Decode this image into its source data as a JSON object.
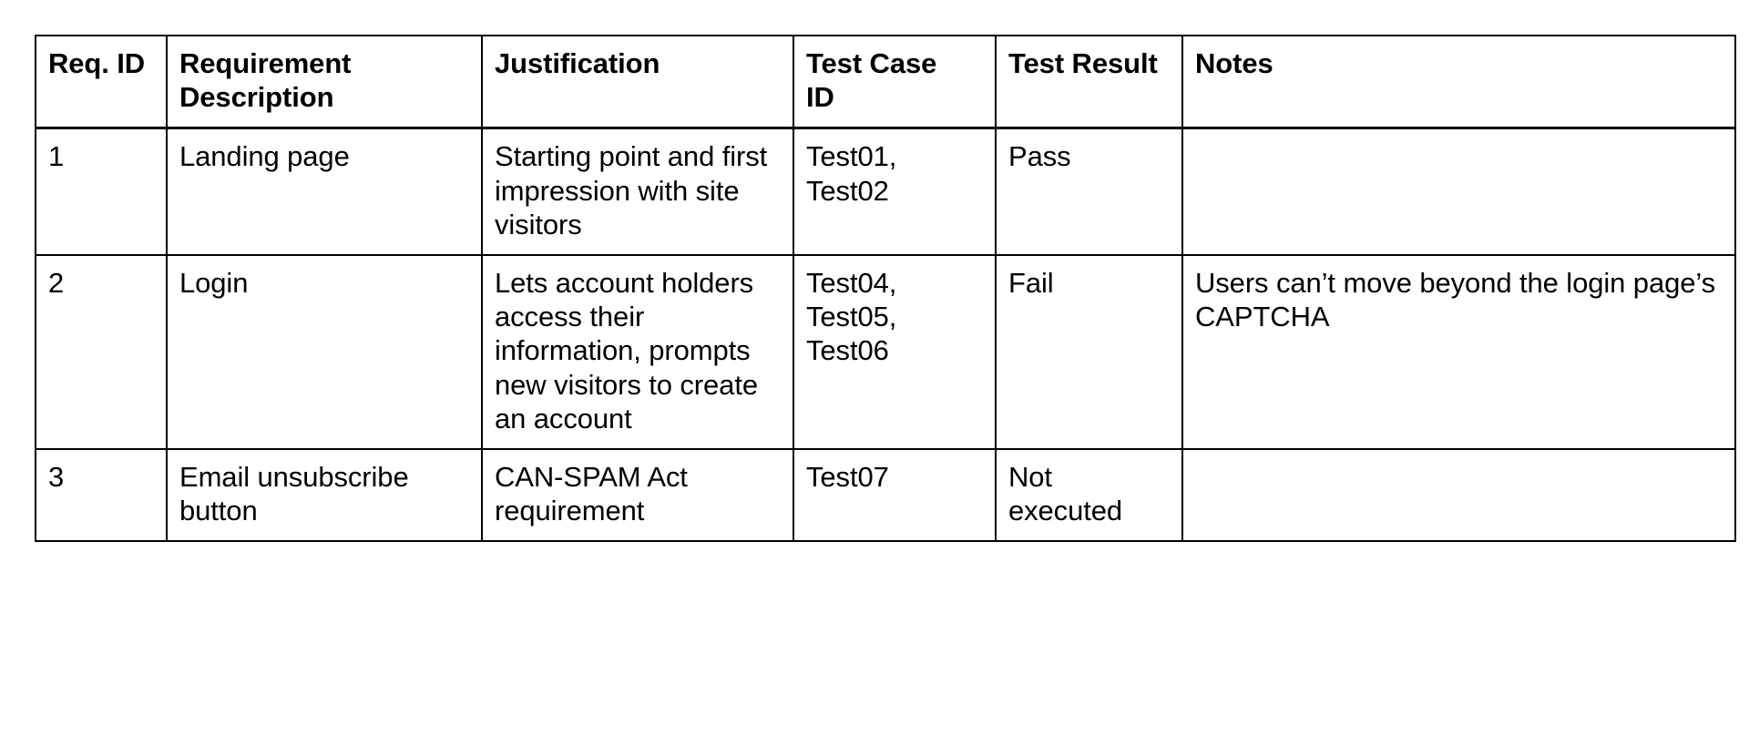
{
  "table": {
    "columns": [
      {
        "key": "req_id",
        "label": "Req. ID"
      },
      {
        "key": "description",
        "label": "Requirement\nDescription"
      },
      {
        "key": "justification",
        "label": "Justification"
      },
      {
        "key": "test_case_id",
        "label": "Test Case\nID"
      },
      {
        "key": "test_result",
        "label": "Test Result"
      },
      {
        "key": "notes",
        "label": "Notes"
      }
    ],
    "rows": [
      {
        "req_id": "1",
        "description": "Landing page",
        "justification": "Starting point and first impression with site visitors",
        "test_case_id": "Test01, Test02",
        "test_result": "Pass",
        "notes": ""
      },
      {
        "req_id": "2",
        "description": "Login",
        "justification": "Lets account holders access their information, prompts new visitors to create an account",
        "test_case_id": "Test04, Test05, Test06",
        "test_result": "Fail",
        "notes": "Users can’t move beyond the login page’s CAPTCHA"
      },
      {
        "req_id": "3",
        "description": "Email unsubscribe button",
        "justification": "CAN-SPAM Act requirement",
        "test_case_id": "Test07",
        "test_result": "Not executed",
        "notes": ""
      }
    ]
  },
  "colors": {
    "border": "#000000",
    "text": "#000000",
    "background": "#ffffff"
  }
}
